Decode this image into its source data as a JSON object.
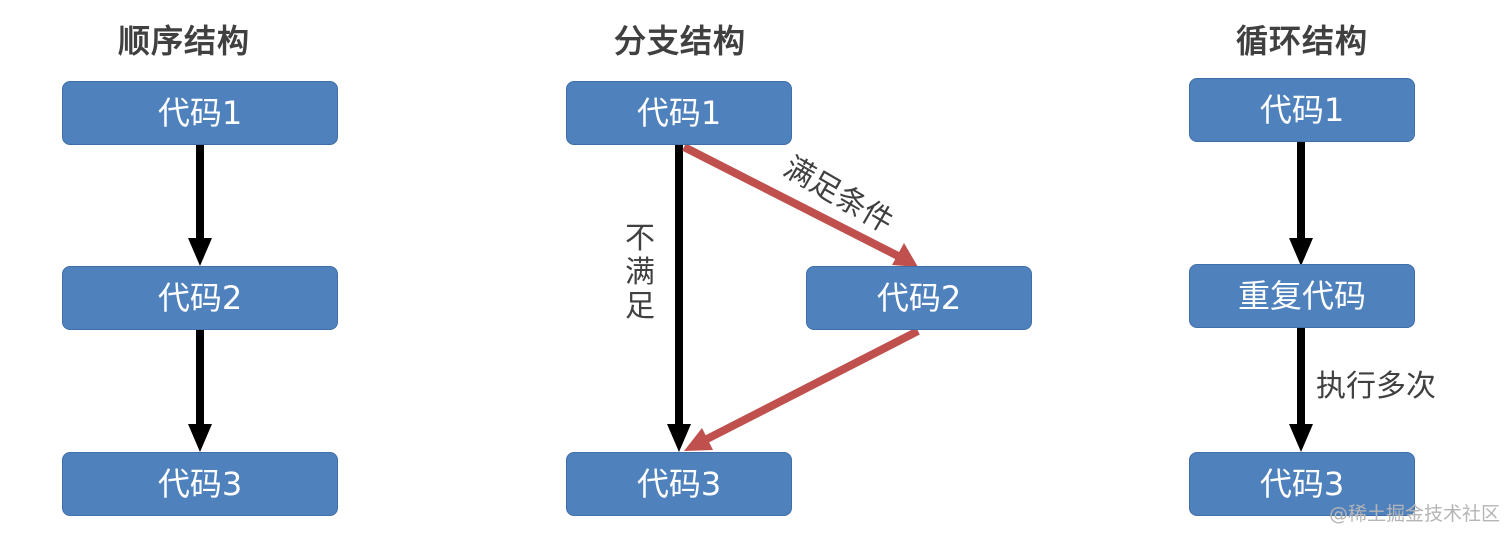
{
  "titles": {
    "sequential": "顺序结构",
    "branch": "分支结构",
    "loop": "循环结构"
  },
  "sequential": {
    "box1": "代码1",
    "box2": "代码2",
    "box3": "代码3"
  },
  "branch": {
    "box1": "代码1",
    "box2": "代码2",
    "box3": "代码3",
    "condition_true": "满足条件",
    "condition_false": "不满足"
  },
  "loop": {
    "box1": "代码1",
    "box2": "重复代码",
    "box3": "代码3",
    "repeat_label": "执行多次"
  },
  "watermark": "@稀土掘金技术社区",
  "colors": {
    "box_fill": "#4f81bd",
    "arrow_black": "#000000",
    "arrow_red": "#c0504d",
    "title_text": "#404040"
  }
}
